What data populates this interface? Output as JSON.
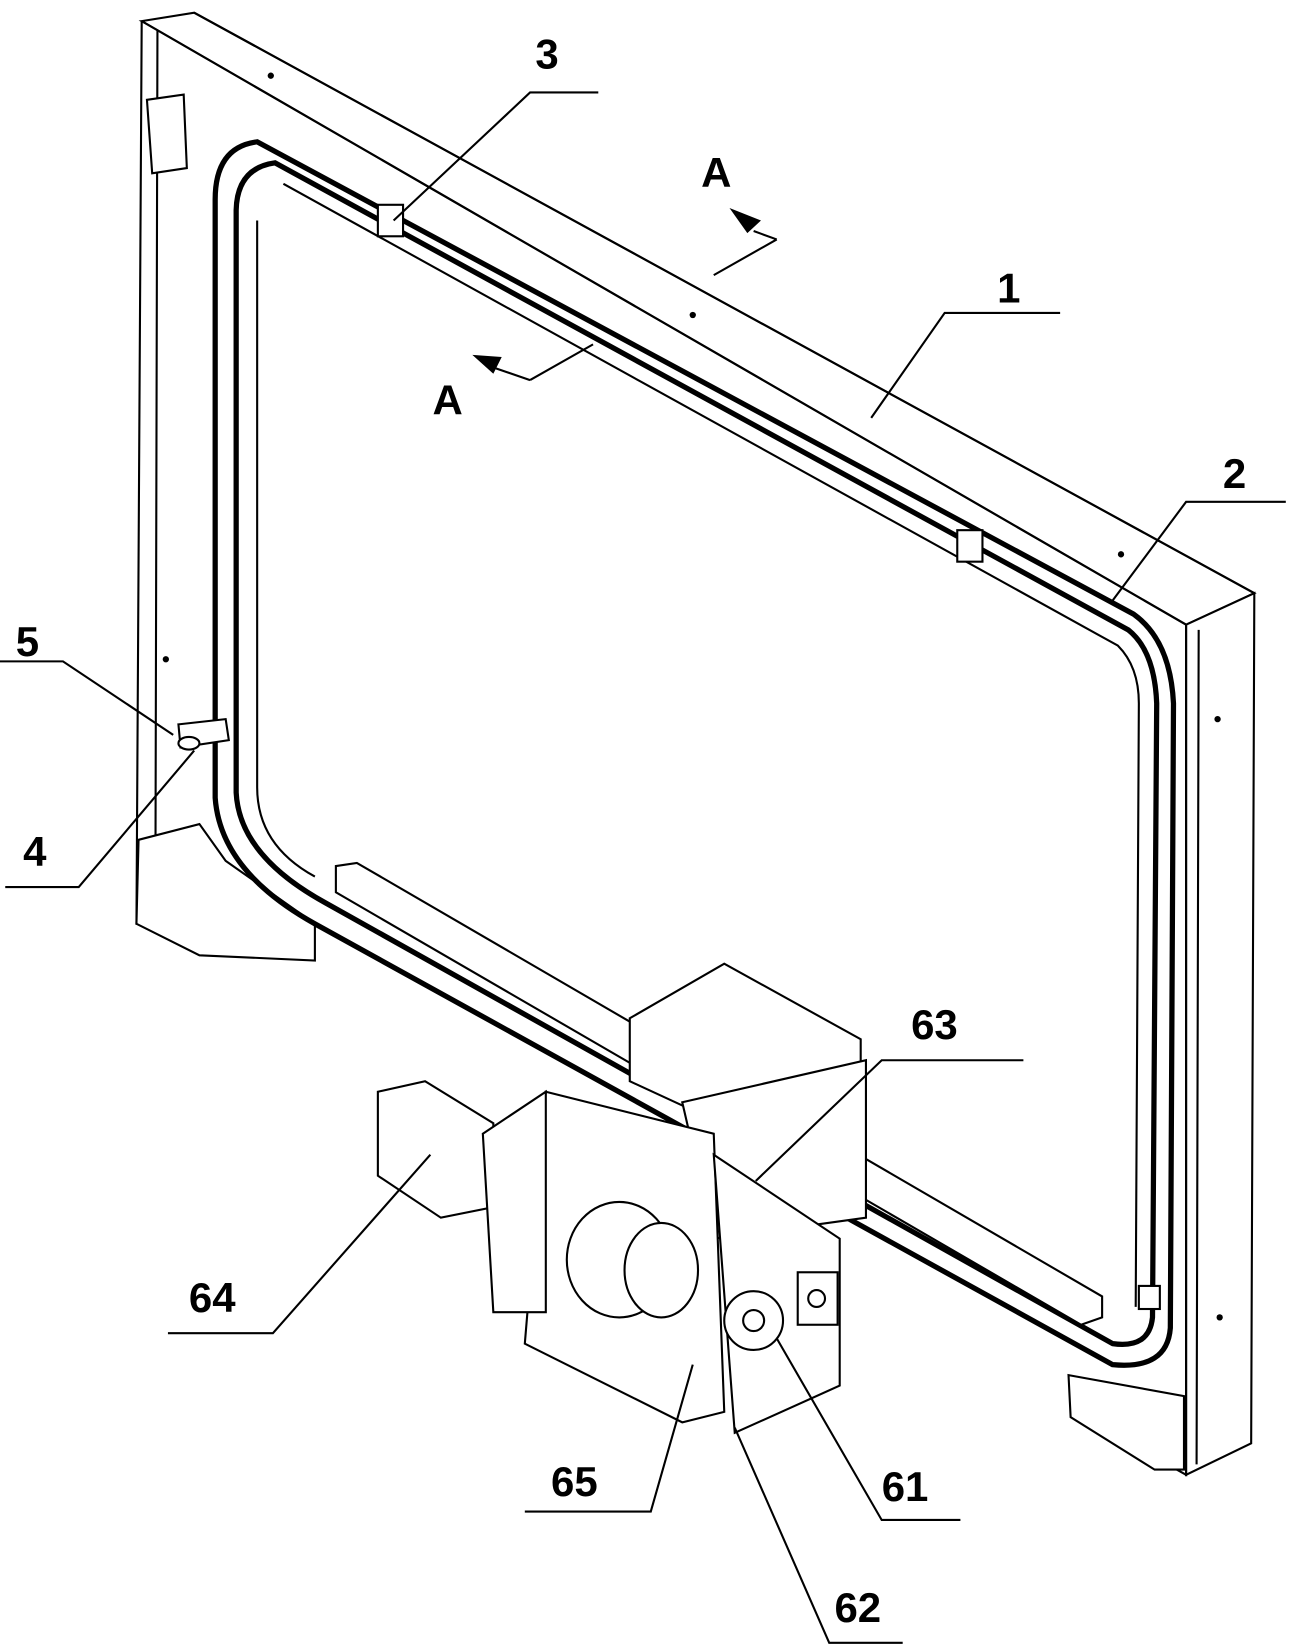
{
  "figure": {
    "labels": {
      "frame": "1",
      "track": "2",
      "bracket_top": "3",
      "part_4": "4",
      "part_5": "5",
      "part_61": "61",
      "part_62": "62",
      "part_63": "63",
      "part_64": "64",
      "part_65": "65",
      "section_a_top": "A",
      "section_a_bottom": "A"
    }
  }
}
